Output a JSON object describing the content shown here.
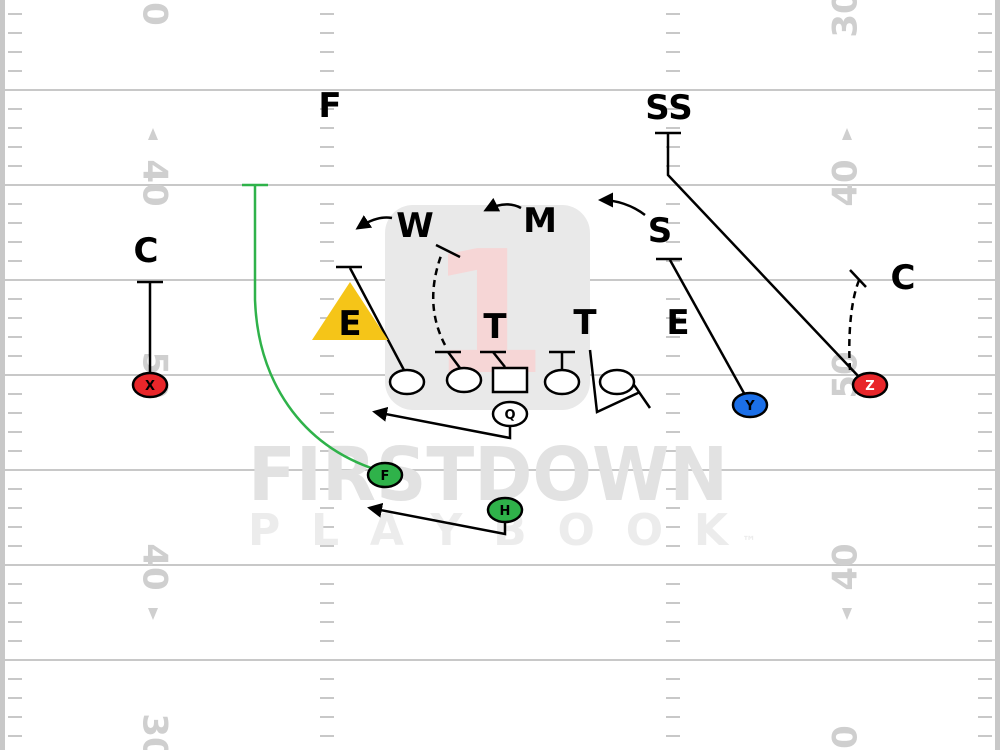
{
  "field": {
    "yard_numbers": {
      "left_top": "0",
      "left_40_top": "40",
      "left_50": "50",
      "left_40_bottom": "40",
      "left_bottom": "30",
      "right_top": "30",
      "right_40_top": "40",
      "right_50": "50",
      "right_40_bottom": "40",
      "right_bottom": "0"
    },
    "line_color": "#c8c8c8"
  },
  "watermark": {
    "line1": "FIRSTDOWN",
    "line2": "PLAYBOOK",
    "trademark": "™",
    "logo_glyph": "1"
  },
  "defense": {
    "labels": {
      "free_safety": "F",
      "strong_safety": "SS",
      "will": "W",
      "mike": "M",
      "sam": "S",
      "corner_left": "C",
      "corner_right": "C",
      "end_left": "E",
      "tackle_left": "T",
      "tackle_right": "T",
      "end_right": "E"
    }
  },
  "offense": {
    "labels": {
      "x": "X",
      "z": "Z",
      "y": "Y",
      "f": "F",
      "h": "H",
      "q": "Q"
    },
    "colors": {
      "x": "#e8262a",
      "z": "#e8262a",
      "y": "#1b6fe8",
      "f": "#2fb24a",
      "h": "#2fb24a",
      "q": "#ffffff",
      "lineman": "#ffffff",
      "f_route": "#2fb24a",
      "end_triangle": "#f5c518"
    }
  }
}
